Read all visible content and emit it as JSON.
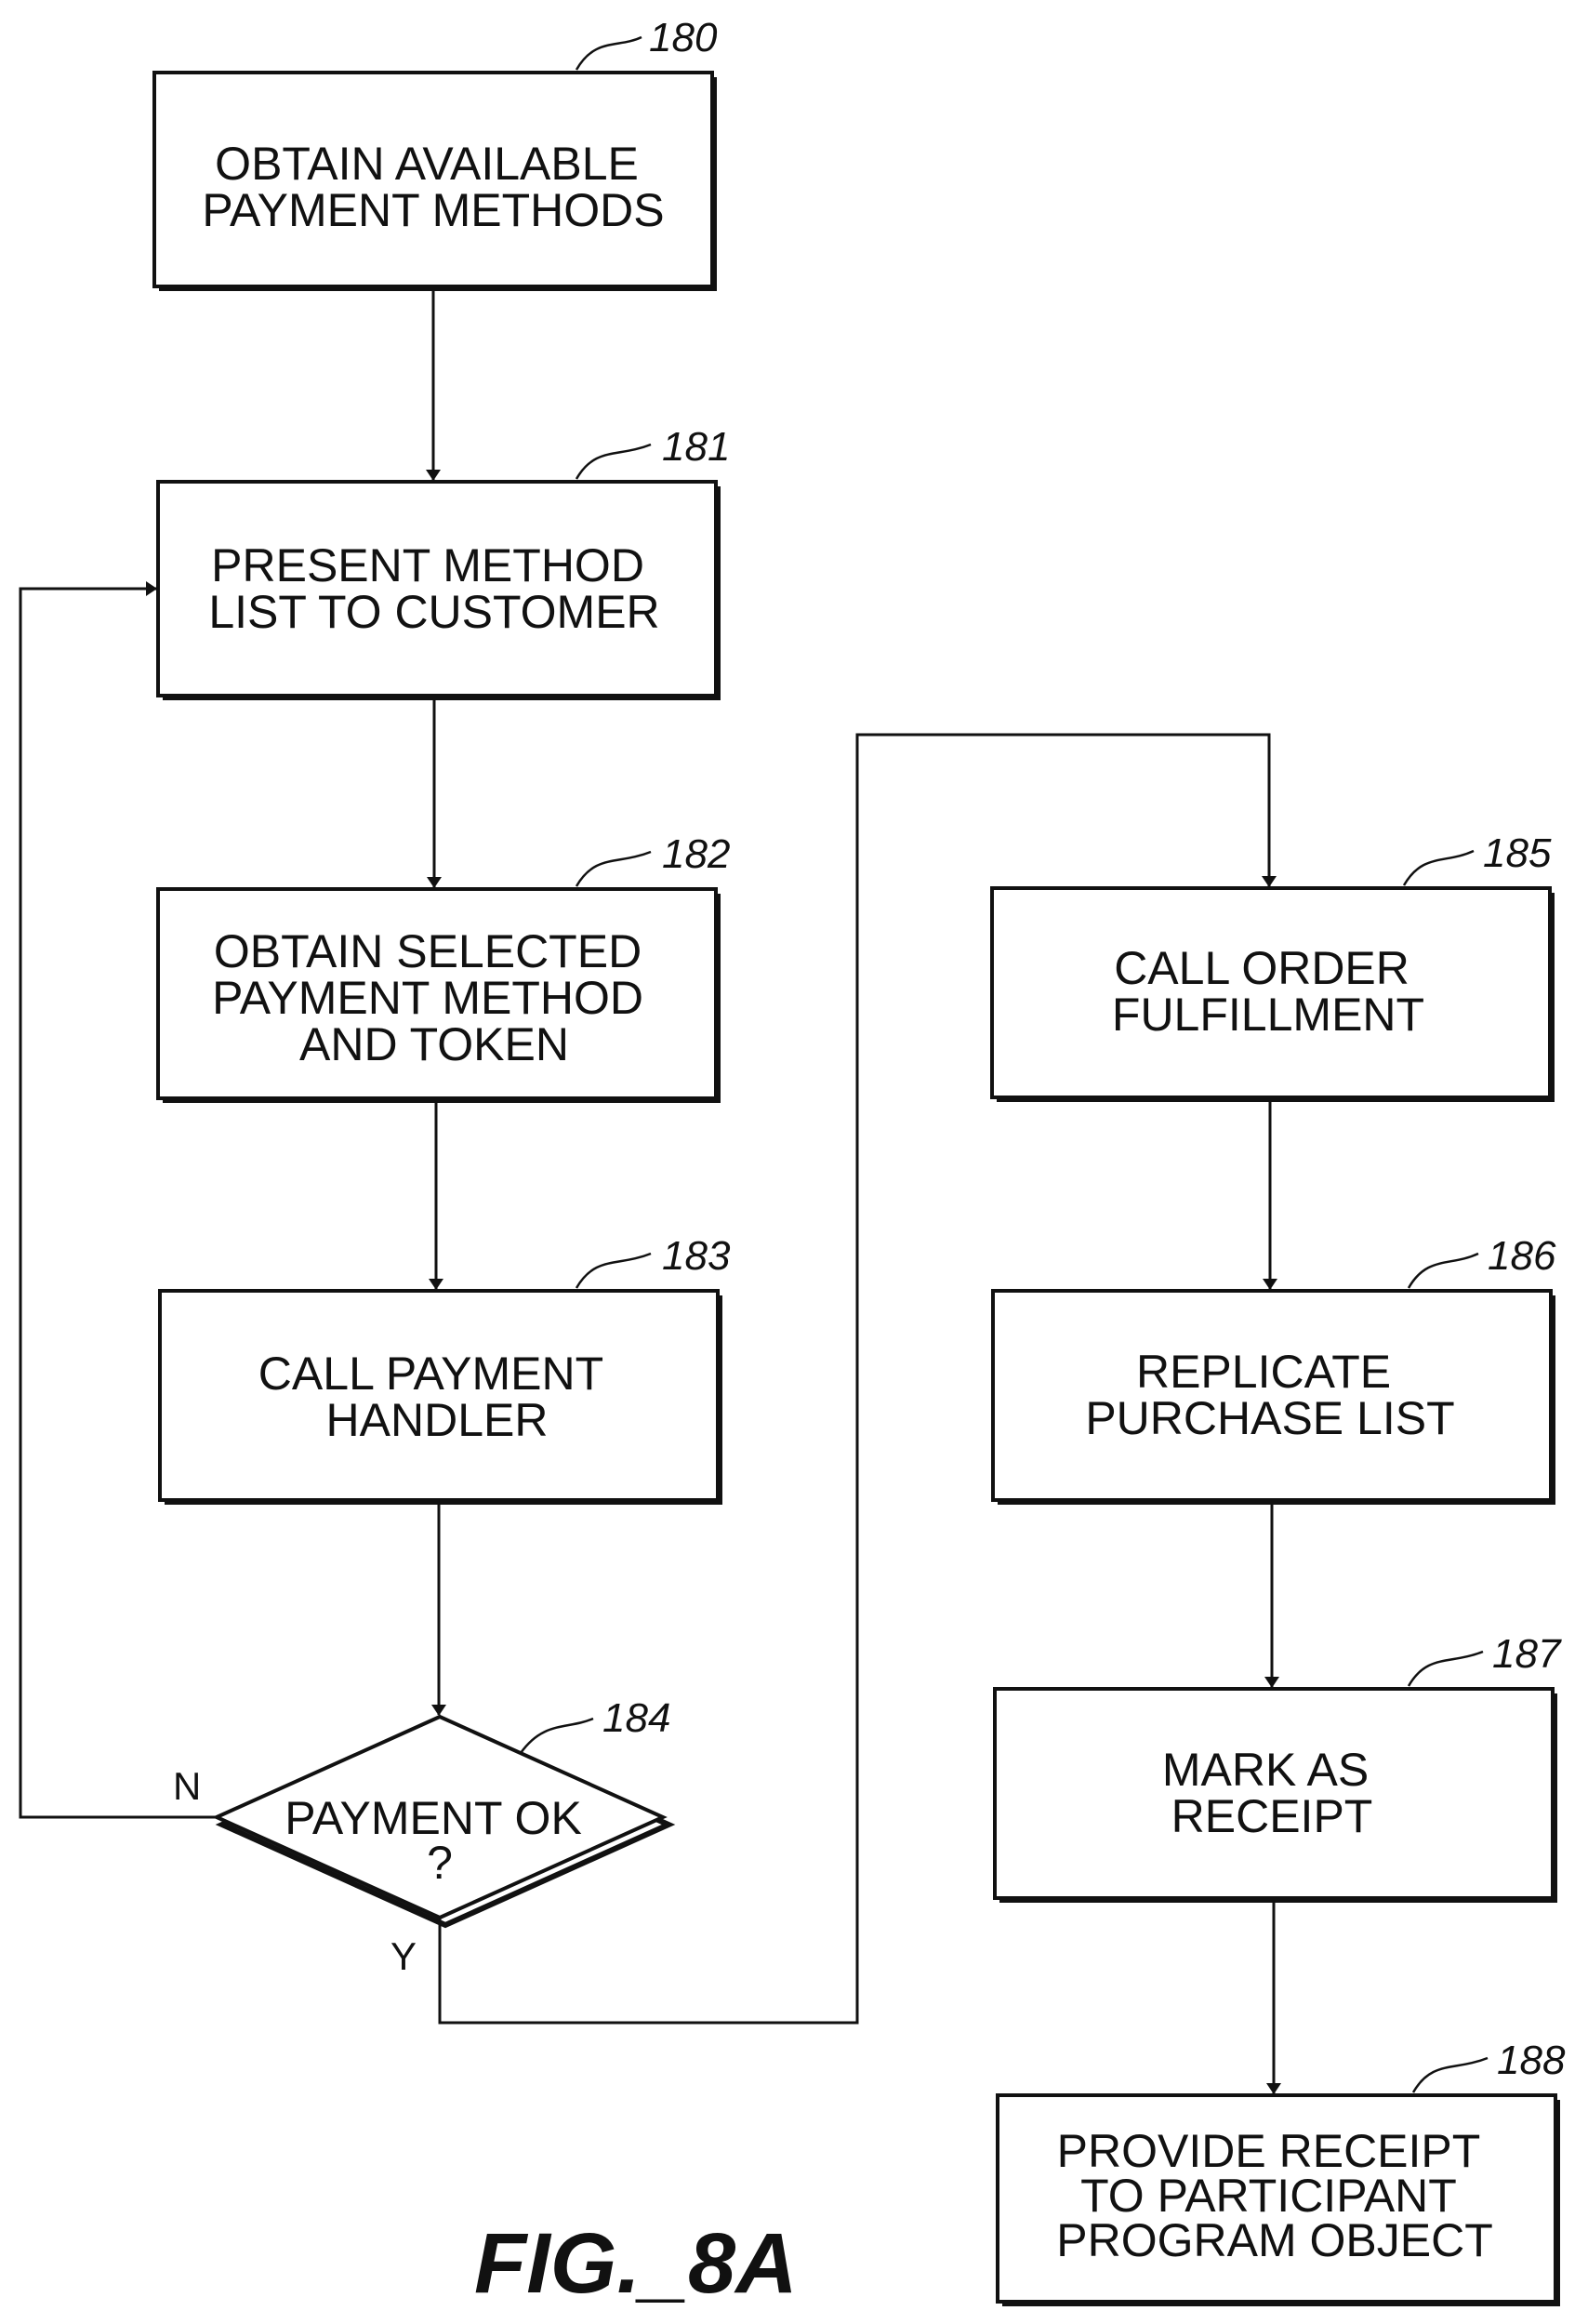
{
  "figure_label": "FIG._8A",
  "steps": {
    "s180": {
      "ref": "180",
      "lines": [
        "OBTAIN AVAILABLE",
        "PAYMENT METHODS"
      ]
    },
    "s181": {
      "ref": "181",
      "lines": [
        "PRESENT METHOD",
        "LIST TO CUSTOMER"
      ]
    },
    "s182": {
      "ref": "182",
      "lines": [
        "OBTAIN SELECTED",
        "PAYMENT METHOD",
        "AND TOKEN"
      ]
    },
    "s183": {
      "ref": "183",
      "lines": [
        "CALL PAYMENT",
        "HANDLER"
      ]
    },
    "s184": {
      "ref": "184",
      "lines": [
        "PAYMENT OK",
        "?"
      ],
      "no_label": "N",
      "yes_label": "Y"
    },
    "s185": {
      "ref": "185",
      "lines": [
        "CALL ORDER",
        "FULFILLMENT"
      ]
    },
    "s186": {
      "ref": "186",
      "lines": [
        "REPLICATE",
        "PURCHASE LIST"
      ]
    },
    "s187": {
      "ref": "187",
      "lines": [
        "MARK AS",
        "RECEIPT"
      ]
    },
    "s188": {
      "ref": "188",
      "lines": [
        "PROVIDE RECEIPT",
        "TO PARTICIPANT",
        "PROGRAM OBJECT"
      ]
    }
  }
}
